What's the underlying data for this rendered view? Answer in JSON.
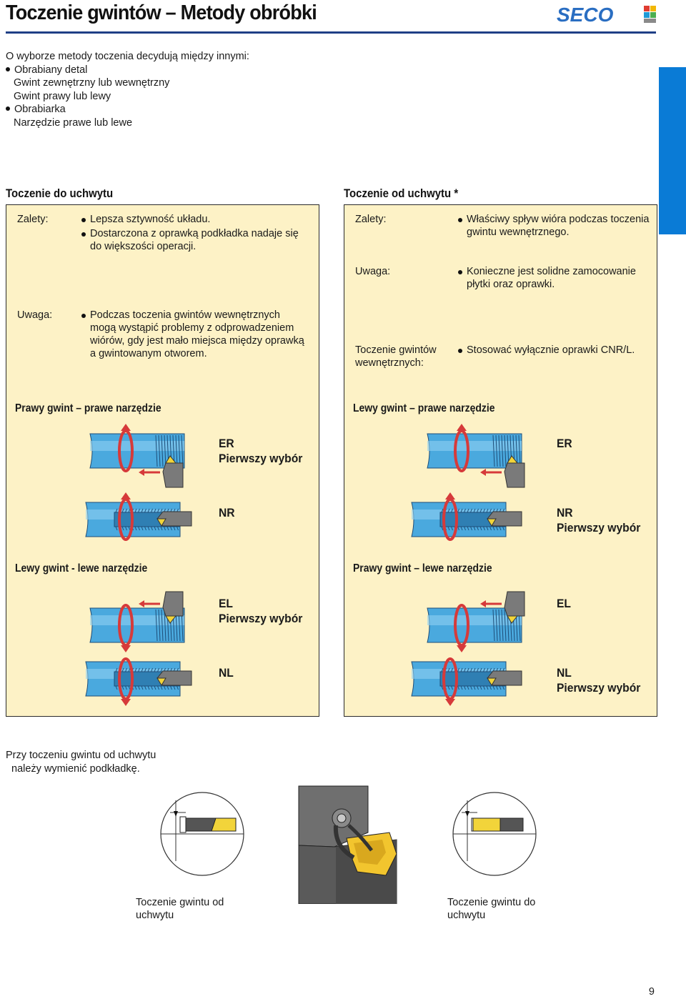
{
  "header": {
    "title": "Toczenie gwintów – Metody obróbki",
    "logo_text": "SECO"
  },
  "intro": {
    "lead": "O wyborze metody toczenia decydują między innymi:",
    "items": [
      {
        "text": "Obrabiany detal",
        "bullet": true
      },
      {
        "text": "Gwint zewnętrzny lub wewnętrzny",
        "bullet": false
      },
      {
        "text": "Gwint prawy lub lewy",
        "bullet": false
      },
      {
        "text": "Obrabiarka",
        "bullet": true
      },
      {
        "text": "Narzędzie prawe lub lewe",
        "bullet": false
      }
    ]
  },
  "left": {
    "heading": "Toczenie do uchwytu",
    "advantages_label": "Zalety:",
    "advantages": [
      "Lepsza sztywność układu.",
      "Dostarczona z oprawką podkładka nadaje się do większości operacji."
    ],
    "note_label": "Uwaga:",
    "note": "Podczas toczenia gwintów wewnętrznych mogą wystąpić problemy z odprowadzeniem wiórów, gdy jest mało miejsca między oprawką a gwintowanym otworem.",
    "case1": {
      "title": "Prawy gwint – prawe narzędzie",
      "top_code": "ER",
      "top_sub": "Pierwszy wybór",
      "bottom_code": "NR",
      "bottom_sub": ""
    },
    "case2": {
      "title": "Lewy gwint - lewe narzędzie",
      "top_code": "EL",
      "top_sub": "Pierwszy wybór",
      "bottom_code": "NL",
      "bottom_sub": ""
    }
  },
  "right": {
    "heading": "Toczenie od uchwytu *",
    "advantages_label": "Zalety:",
    "advantages": "Właściwy spływ wióra podczas toczenia gwintu wewnętrznego.",
    "note_label": "Uwaga:",
    "note": "Konieczne jest solidne zamocowanie płytki oraz oprawki.",
    "internal_label": "Toczenie gwintów wewnętrznych:",
    "internal": "Stosować wyłącznie oprawki CNR/L.",
    "case1": {
      "title": "Lewy gwint – prawe narzędzie",
      "top_code": "ER",
      "top_sub": "",
      "bottom_code": "NR",
      "bottom_sub": "Pierwszy wybór"
    },
    "case2": {
      "title": "Prawy gwint – lewe narzędzie",
      "top_code": "EL",
      "top_sub": "",
      "bottom_code": "NL",
      "bottom_sub": "Pierwszy wybór"
    }
  },
  "footer": {
    "note_line1": "Przy toczeniu gwintu od uchwytu",
    "note_line2": "należy wymienić podkładkę.",
    "caption_left": "Toczenie gwintu od uchwytu",
    "caption_right": "Toczenie gwintu do uchwytu",
    "page_number": "9"
  },
  "colors": {
    "panel": "#fdf2c6",
    "brand_blue": "#1f3f86",
    "tab_blue": "#0a7bd6",
    "workpiece": "#4aa9de",
    "arrow_red": "#d63a3a",
    "insert_yellow": "#f2d43a",
    "tool_grey": "#7a7a7a"
  }
}
